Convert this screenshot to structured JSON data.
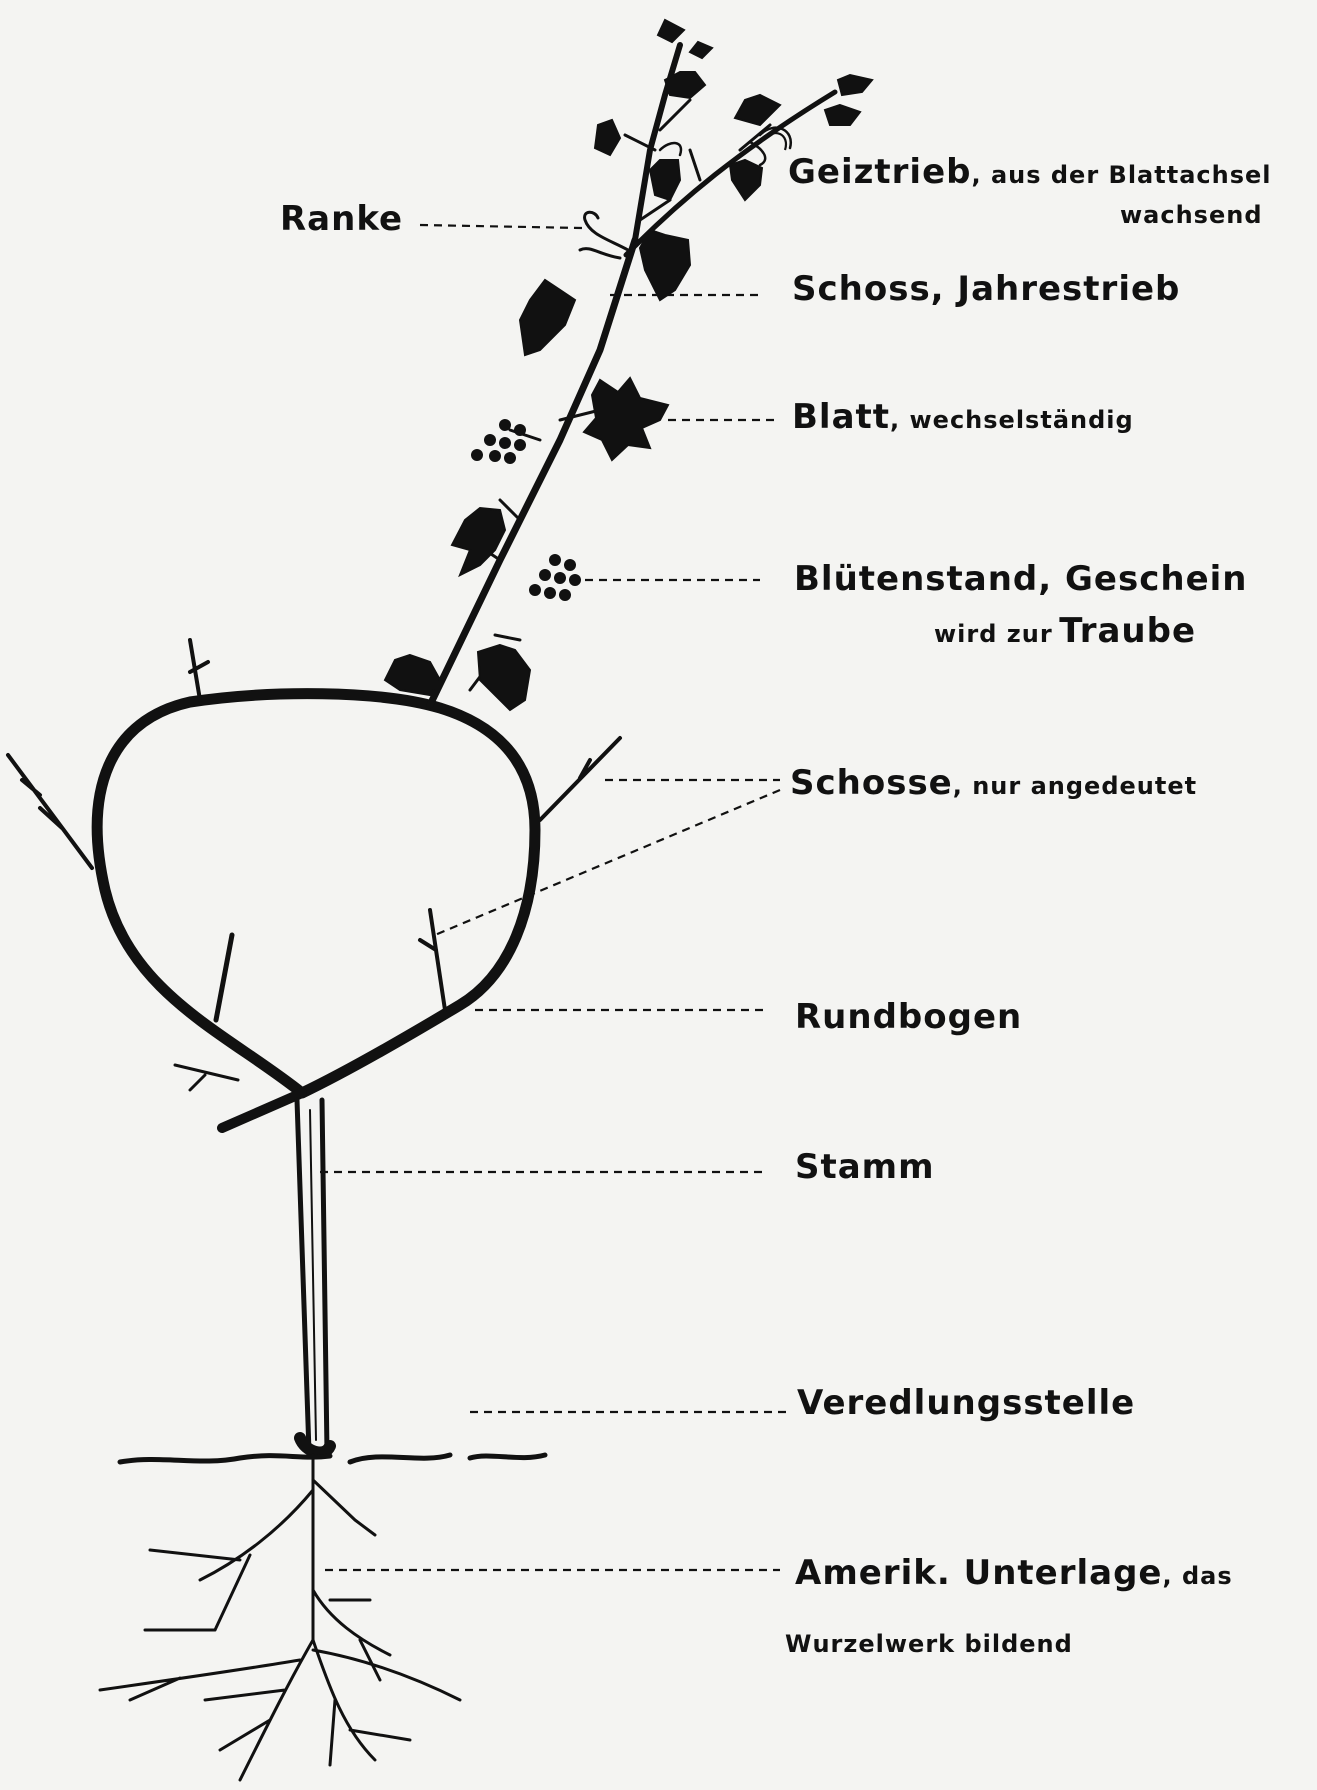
{
  "labels": {
    "ranke": "Ranke",
    "geiztrieb_main": "Geiztrieb",
    "geiztrieb_rest": ", aus der Blattachsel",
    "geiztrieb_line2": "wachsend",
    "schoss": "Schoss, Jahrestrieb",
    "blatt_main": "Blatt",
    "blatt_rest": ", wechselständig",
    "bluetenstand": "Blütenstand, Geschein",
    "traube_pre": "wird zur",
    "traube_main": "Traube",
    "schosse_main": "Schosse",
    "schosse_rest": ", nur angedeutet",
    "rundbogen": "Rundbogen",
    "stamm": "Stamm",
    "veredlungsstelle": "Veredlungsstelle",
    "unterlage_main": "Amerik. Unterlage",
    "unterlage_rest": ", das",
    "unterlage_line2": "Wurzelwerk bildend"
  },
  "colors": {
    "ink": "#111111",
    "paper": "#f4f4f2"
  }
}
